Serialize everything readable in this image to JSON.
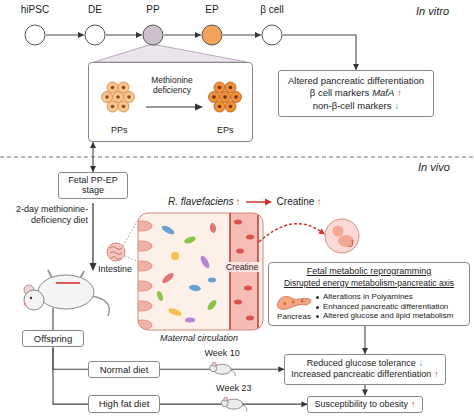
{
  "diagram": {
    "nodes": [
      {
        "text": [
          "hiPSC"
        ]
      },
      {
        "text": [
          "DE"
        ]
      },
      {
        "text": [
          "PP"
        ]
      },
      {
        "text": [
          "EP"
        ]
      },
      {
        "text": [
          "β cell"
        ]
      },
      {
        "text": [
          "PPs",
          "Methionine deficiency",
          "EPs"
        ]
      },
      {
        "text": [
          "Altered pancreatic differentiation",
          "β cell markers",
          "MafA",
          "↑",
          "non-β-cell markers",
          "↓"
        ]
      },
      {
        "text": [
          "Fetal PP-EP stage"
        ]
      },
      {
        "text": [
          "Fetal metabolic reprogramming",
          "Disrupted energy metabolism-pancreatic axis",
          "Pancreas",
          "Alterations in Polyamines",
          "Enhanced pancreatic differentiation",
          "Altered glucose and lipid metabolism"
        ]
      },
      {
        "text": [
          "Offspring"
        ]
      },
      {
        "text": [
          "Normal diet"
        ]
      },
      {
        "text": [
          "High fat diet"
        ]
      },
      {
        "text": [
          "Reduced glucose tolerance",
          "↓",
          "Increased pancreatic differentiation",
          "↑"
        ]
      },
      {
        "text": [
          "Susceptibility to obesity",
          "↑"
        ]
      }
    ],
    "edges": [
      {
        "from": 0,
        "to": 1,
        "arrow": "to"
      },
      {
        "from": 1,
        "to": 2,
        "arrow": "to"
      },
      {
        "from": 2,
        "to": 3,
        "arrow": "to"
      },
      {
        "from": 3,
        "to": 4,
        "arrow": "to"
      },
      {
        "from": 2,
        "to": 5,
        "arrow": "none"
      },
      {
        "from": 4,
        "to": 6,
        "arrow": "to"
      },
      {
        "from": 5,
        "to": 7,
        "arrow": "both"
      },
      {
        "from": 9,
        "to": 10,
        "arrow": "none"
      },
      {
        "from": 9,
        "to": 11,
        "arrow": "none"
      },
      {
        "from": 10,
        "to": 12,
        "label": "Week 10",
        "arrow": "to"
      },
      {
        "from": 11,
        "to": 13,
        "label": "Week 23",
        "arrow": "to"
      },
      {
        "from": 8,
        "to": 12,
        "arrow": "to"
      },
      {
        "from": 12,
        "to": 13,
        "arrow": "to"
      }
    ],
    "labels": [
      "In vitro",
      "In vivo",
      "2-day methionine-deficiency diet",
      "R. flavefaciens",
      "↑",
      "Creatine",
      "↑",
      "Intestine",
      "Creatine",
      "Maternal circulation"
    ]
  }
}
